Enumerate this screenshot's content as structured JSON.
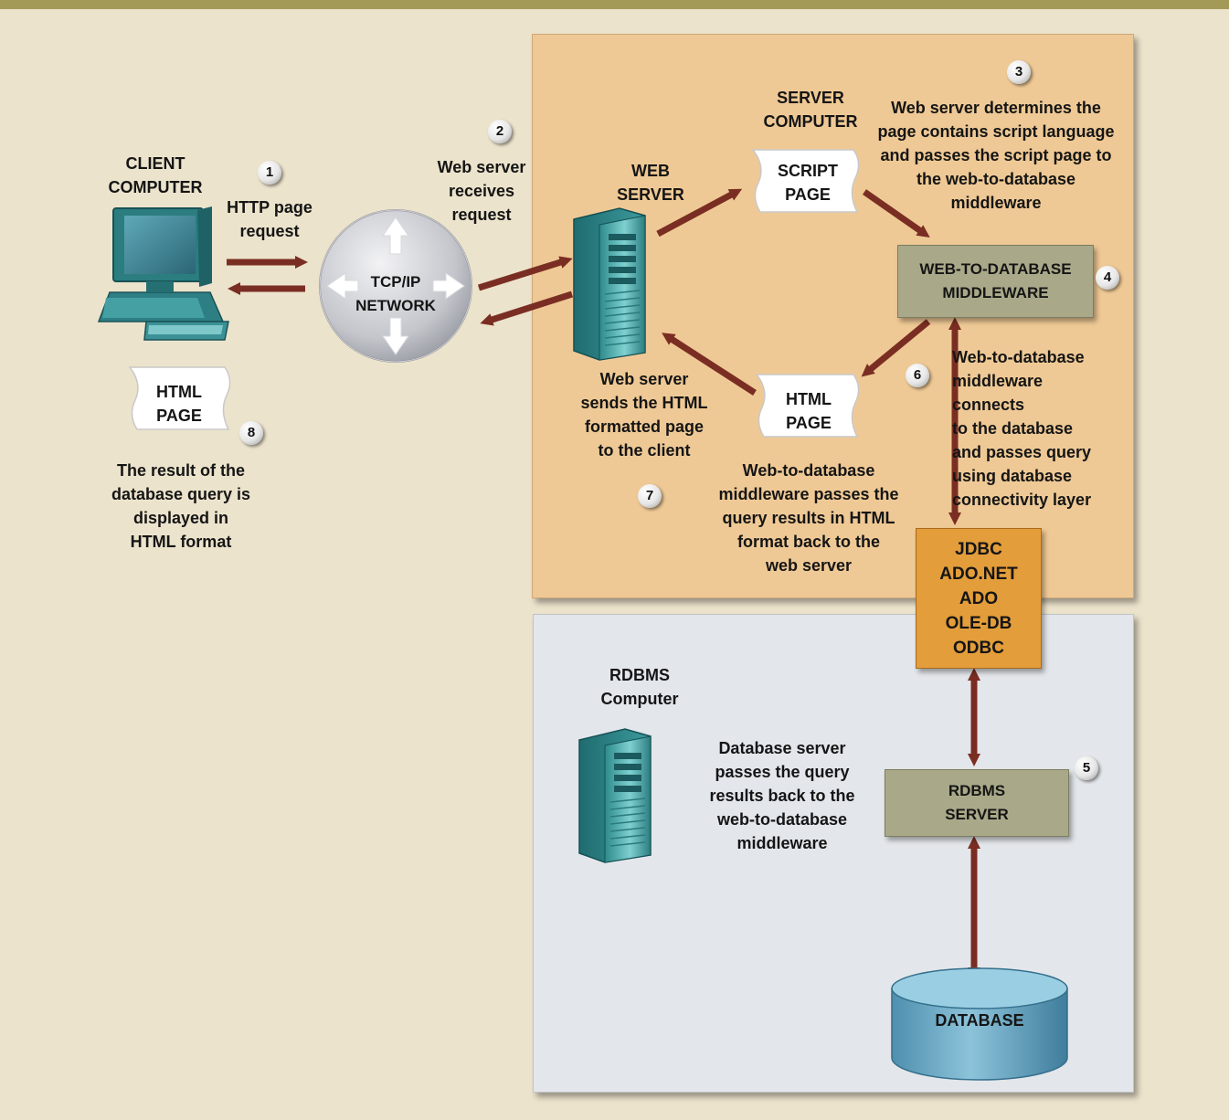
{
  "client": {
    "title": "CLIENT\nCOMPUTER"
  },
  "steps": {
    "s1": {
      "num": "1",
      "text": "HTTP page\nrequest"
    },
    "s2": {
      "num": "2",
      "text": "Web server\nreceives\nrequest"
    },
    "s3": {
      "num": "3",
      "text": "Web server determines the\npage contains script language\nand passes the script page to\nthe web-to-database\nmiddleware"
    },
    "s4": {
      "num": "4"
    },
    "s5": {
      "num": "5"
    },
    "s6": {
      "num": "6"
    },
    "s7": {
      "num": "7"
    },
    "s8": {
      "num": "8"
    }
  },
  "network": {
    "label": "TCP/IP\nNETWORK"
  },
  "server_computer": {
    "title": "SERVER\nCOMPUTER"
  },
  "web_server": {
    "title": "WEB\nSERVER",
    "sends_text": "Web server\nsends the HTML\nformatted page\nto the client"
  },
  "script_page": {
    "label": "SCRIPT\nPAGE"
  },
  "html_page_server": {
    "label": "HTML\nPAGE",
    "desc": "Web-to-database\nmiddleware passes the\nquery results in HTML\nformat back to the\nweb server"
  },
  "middleware": {
    "label": "WEB-TO-DATABASE\nMIDDLEWARE",
    "desc": "Web-to-database\nmiddleware\nconnects\n to the database\nand passes query\nusing database\nconnectivity layer"
  },
  "connectivity": {
    "label": "JDBC\nADO.NET\nADO\nOLE-DB\nODBC"
  },
  "rdbms_computer": {
    "title": "RDBMS\nComputer",
    "desc": "Database server\npasses the query\nresults back to the\nweb-to-database\n middleware"
  },
  "rdbms_server": {
    "label": "RDBMS\nSERVER"
  },
  "database": {
    "label": "DATABASE"
  },
  "html_page_client": {
    "label": "HTML\nPAGE",
    "desc": "The result of the\ndatabase query is\ndisplayed in\nHTML format"
  },
  "colors": {
    "arrow": "#7a2e23",
    "server_panel": "#efc995",
    "db_panel": "#e3e6ea",
    "box_green": "#a9a98a",
    "box_orange": "#e39d3a",
    "db_blue": "#5f9fbd"
  }
}
